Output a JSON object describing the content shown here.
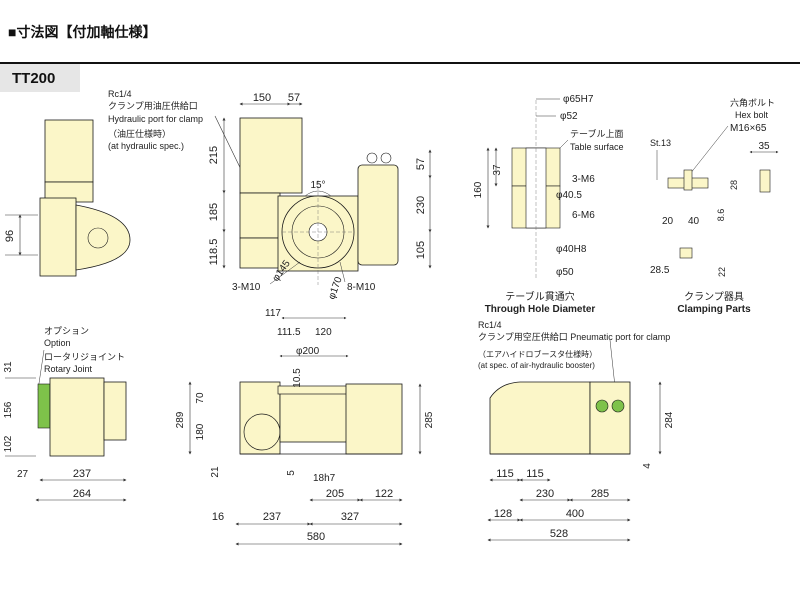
{
  "page": {
    "header": "■寸法図【付加軸仕様】",
    "model": "TT200"
  },
  "callouts": {
    "rc_top": "Rc1/4",
    "hyd_jp": "クランプ用油圧供給口",
    "hyd_en": "Hydraulic port for clamp",
    "hyd_spec_jp": "（油圧仕様時）",
    "hyd_spec_en": "(at hydraulic spec.)",
    "option_jp": "オプション",
    "option_en": "Option",
    "rotary_jp": "ロータリジョイント",
    "rotary_en": "Rotary Joint",
    "rc_bottom": "Rc1/4",
    "pneu": "クランプ用空圧供給口 Pneumatic port for clamp",
    "air_jp": "（エアハイドロブースタ仕様時）",
    "air_en": "(at spec. of air-hydraulic booster)",
    "table_surface_jp": "テーブル上面",
    "table_surface_en": "Table surface",
    "hex_jp": "六角ボルト",
    "hex_en": "Hex bolt",
    "hex_size": "M16×65"
  },
  "titles": {
    "through_jp": "テーブル貫通穴",
    "through_en": "Through Hole Diameter",
    "clamp_jp": "クランプ器具",
    "clamp_en": "Clamping Parts"
  },
  "dims": {
    "d150": "150",
    "d57a": "57",
    "d215": "215",
    "d185": "185",
    "d1185": "118.5",
    "d15deg": "15°",
    "d57b": "57",
    "d230": "230",
    "d105": "105",
    "d3m10": "3-M10",
    "dphi145": "φ145",
    "dphi170": "φ170",
    "d8m10": "8-M10",
    "d96": "96",
    "dphi65": "φ65H7",
    "dphi52": "φ52",
    "d37": "37",
    "d160": "160",
    "d3m6": "3-M6",
    "dphi405": "φ40.5",
    "d6m6": "6-M6",
    "dphi40": "φ40H8",
    "dphi50": "φ50",
    "dst13": "St.13",
    "d35": "35",
    "d28": "28",
    "d20": "20",
    "d40": "40",
    "d86": "8.6",
    "d285c": "28.5",
    "d22": "22",
    "d117": "117",
    "d1115": "111.5",
    "d120": "120",
    "dphi200": "φ200",
    "d105b": "10.5",
    "d31": "31",
    "d156": "156",
    "d102": "102",
    "d27": "27",
    "d237a": "237",
    "d264": "264",
    "d289": "289",
    "d70": "70",
    "d180": "180",
    "d21": "21",
    "d285": "285",
    "d5": "5",
    "d18h7": "18h7",
    "d205": "205",
    "d122": "122",
    "d16": "16",
    "d237b": "237",
    "d327": "327",
    "d580": "580",
    "d284": "284",
    "d4": "4",
    "d115a": "115",
    "d115b": "115",
    "d230b": "230",
    "d285b": "285",
    "d128": "128",
    "d400": "400",
    "d528": "528"
  },
  "colors": {
    "body": "#fbf6c8",
    "line": "#1a1a1a",
    "dim": "#333333",
    "accent": "#7ec24a",
    "band": "#e6e6e6"
  }
}
